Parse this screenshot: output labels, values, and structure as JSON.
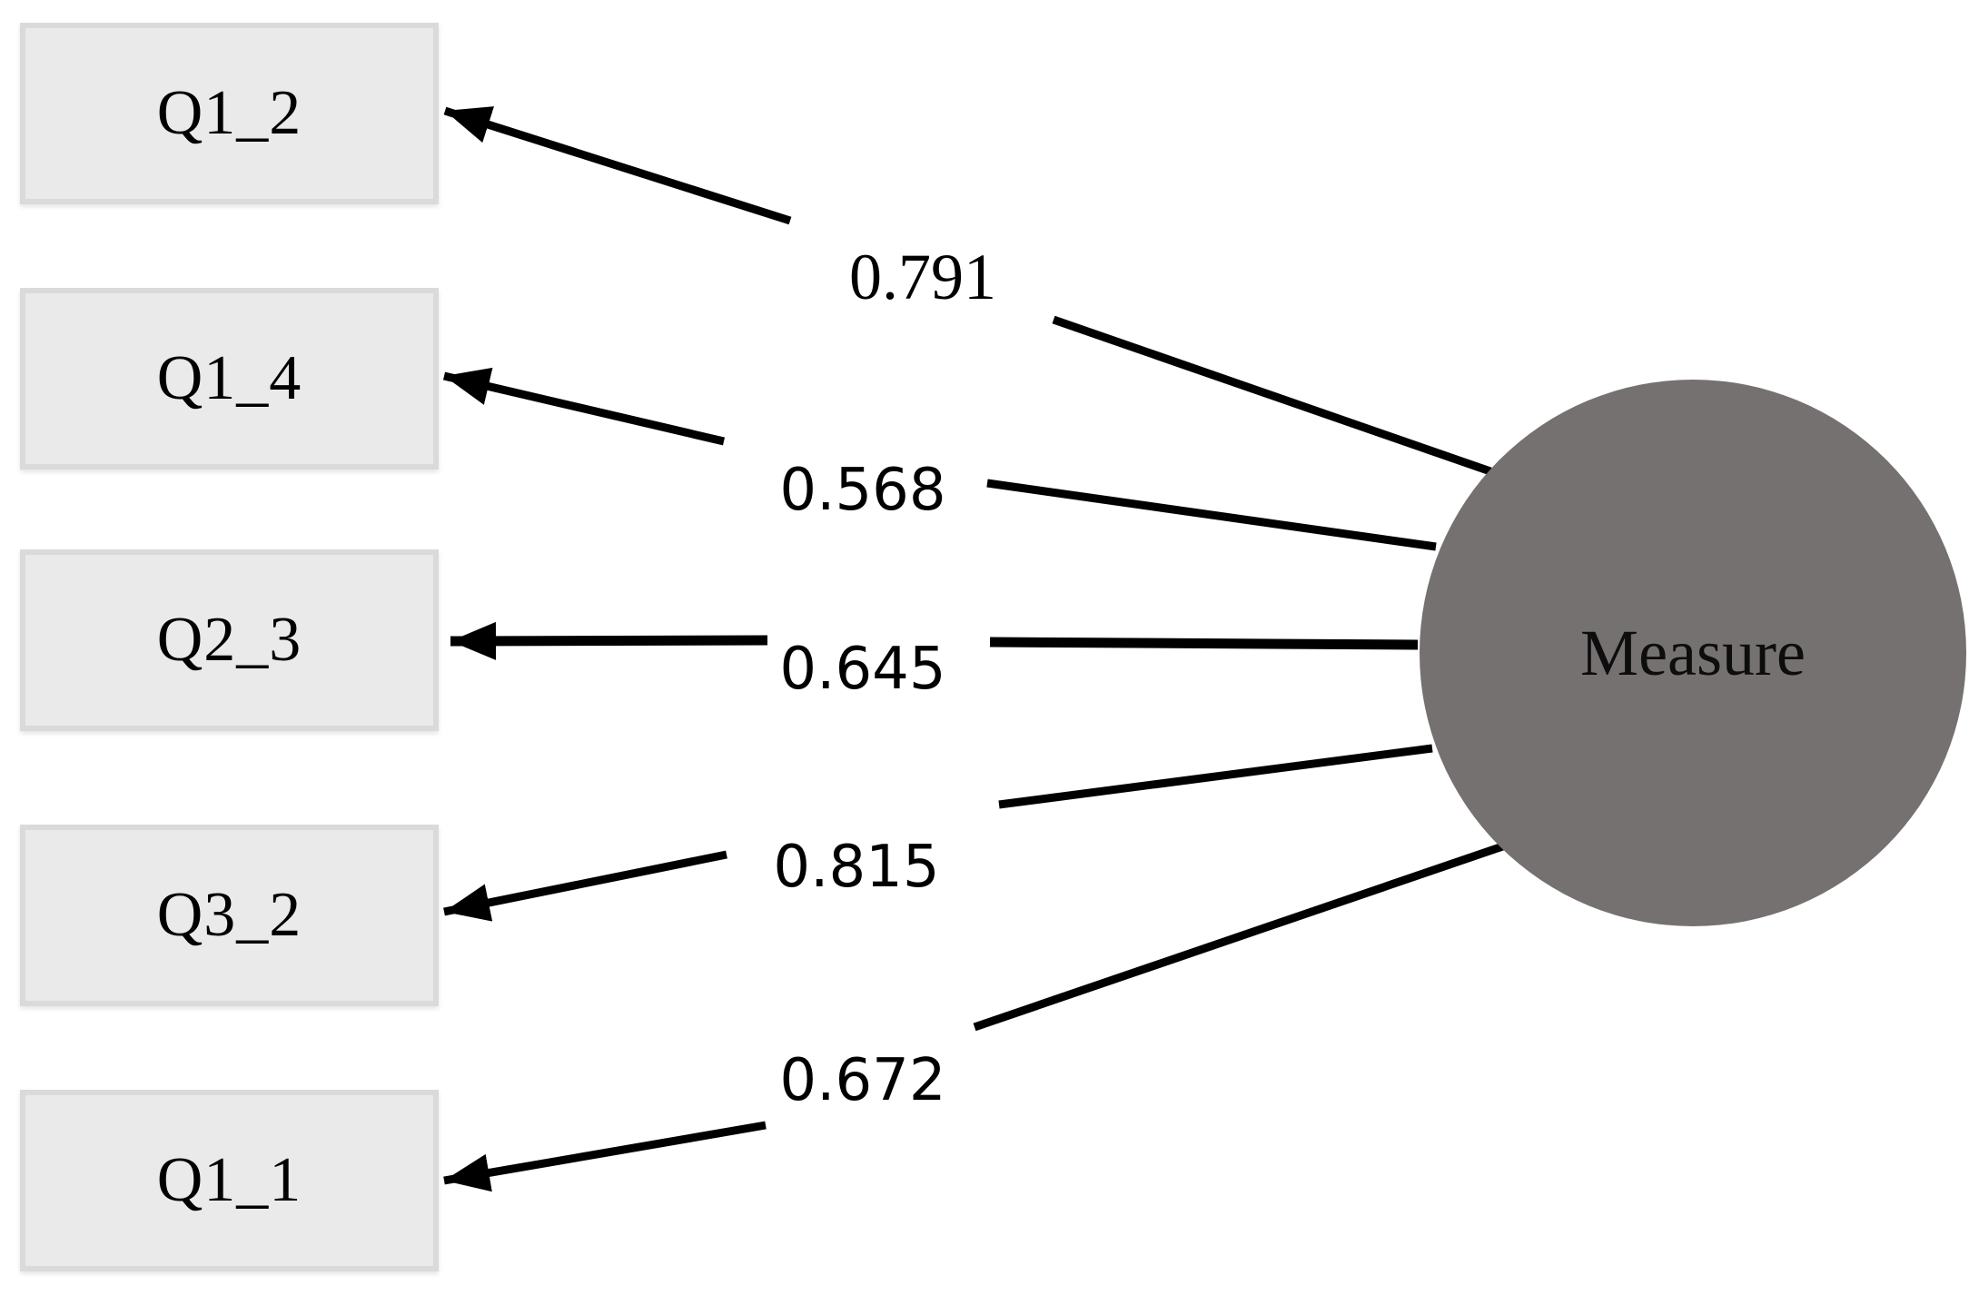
{
  "diagram": {
    "type": "sem-factor-loading-diagram",
    "latent": {
      "label": "Measure",
      "fill_color": "#757170",
      "shape": "circle"
    },
    "indicators": [
      {
        "label": "Q1_2",
        "loading": "0.791"
      },
      {
        "label": "Q1_4",
        "loading": "0.568"
      },
      {
        "label": "Q2_3",
        "loading": "0.645"
      },
      {
        "label": "Q3_2",
        "loading": "0.815"
      },
      {
        "label": "Q1_1",
        "loading": "0.672"
      }
    ],
    "colors": {
      "background": "#ffffff",
      "box_fill": "#eaeaea",
      "box_border": "#dadada",
      "arrow": "#000000"
    },
    "arrow_direction": "latent-to-indicator"
  }
}
